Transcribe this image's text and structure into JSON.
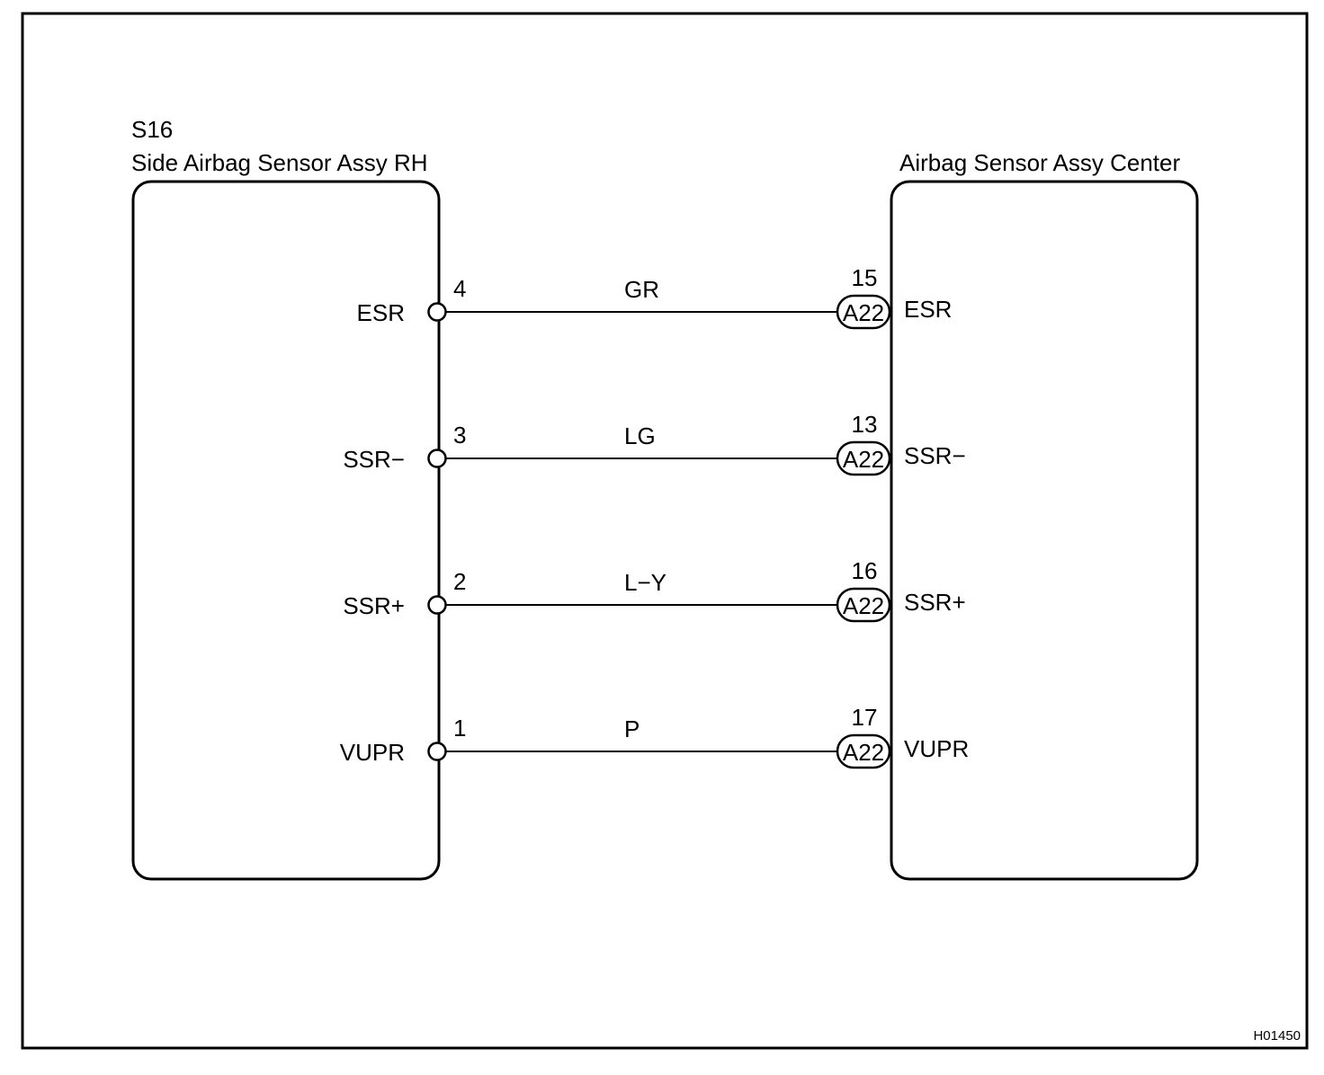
{
  "figure_id": "H01450",
  "left_component": {
    "connector_code": "S16",
    "name": "Side Airbag Sensor Assy RH"
  },
  "right_component": {
    "name": "Airbag Sensor Assy Center"
  },
  "wires": [
    {
      "left_pin": "4",
      "left_signal": "ESR",
      "wire_color": "GR",
      "connector": "A22",
      "right_pin": "15",
      "right_signal": "ESR"
    },
    {
      "left_pin": "3",
      "left_signal": "SSR−",
      "wire_color": "LG",
      "connector": "A22",
      "right_pin": "13",
      "right_signal": "SSR−"
    },
    {
      "left_pin": "2",
      "left_signal": "SSR+",
      "wire_color": "L−Y",
      "connector": "A22",
      "right_pin": "16",
      "right_signal": "SSR+"
    },
    {
      "left_pin": "1",
      "left_signal": "VUPR",
      "wire_color": "P",
      "connector": "A22",
      "right_pin": "17",
      "right_signal": "VUPR"
    }
  ]
}
